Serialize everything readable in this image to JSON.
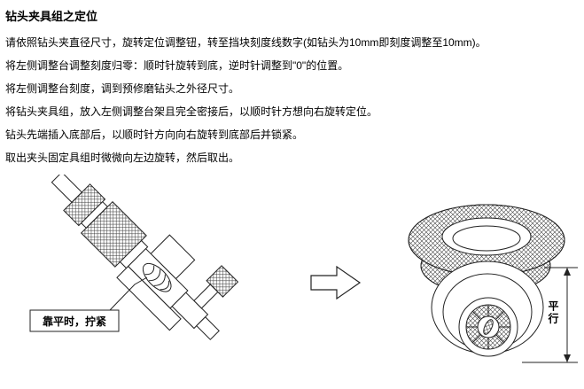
{
  "doc": {
    "title": "钻头夹具组之定位",
    "instructions": [
      "请依照钻头夹直径尺寸，旋转定位调整钮，转至挡块刻度线数字(如钻头为10mm即刻度调整至10mm)。",
      "将左侧调整台调整刻度归零：顺时针旋转到底，逆时针调整到\"0\"的位置。",
      "将左侧调整台刻度，调到预修磨钻头之外径尺寸。",
      "将钻头夹具组，放入左侧调整台架且完全密接后，以顺时针方想向右旋转定位。",
      "钻头先端插入底部后，以顺时针方向向右旋转到底部后并锁紧。",
      "取出夹头固定具组时微微向左边旋转，然后取出。"
    ],
    "figure": {
      "callout_label": "靠平时，拧紧",
      "dimension_label": "平行"
    }
  }
}
